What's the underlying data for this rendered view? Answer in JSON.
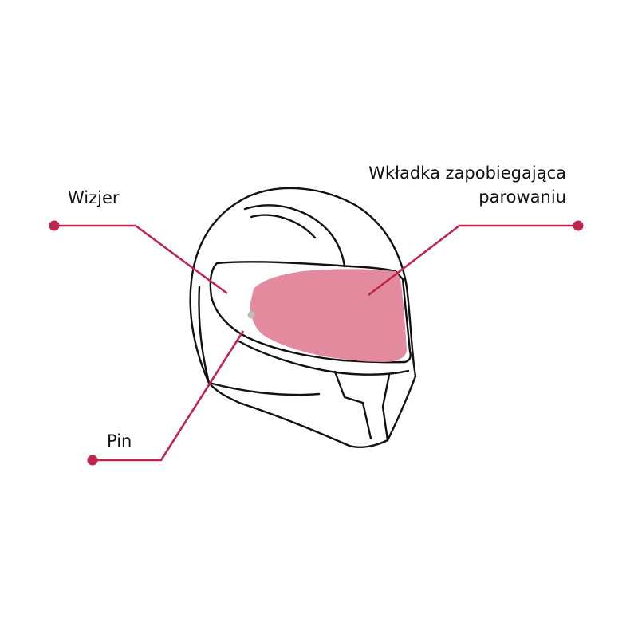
{
  "labels": {
    "visor": "Wizjer",
    "insert_line1": "Wkładka zapobiegająca",
    "insert_line2": "parowaniu",
    "pin": "Pin"
  },
  "colors": {
    "accent": "#c0254e",
    "insert_fill": "#e38a9e",
    "outline": "#111111",
    "pin": "#bdbdbd",
    "text": "#111111",
    "background": "#ffffff"
  },
  "icons": {
    "subject": "motorcycle-helmet-outline"
  }
}
